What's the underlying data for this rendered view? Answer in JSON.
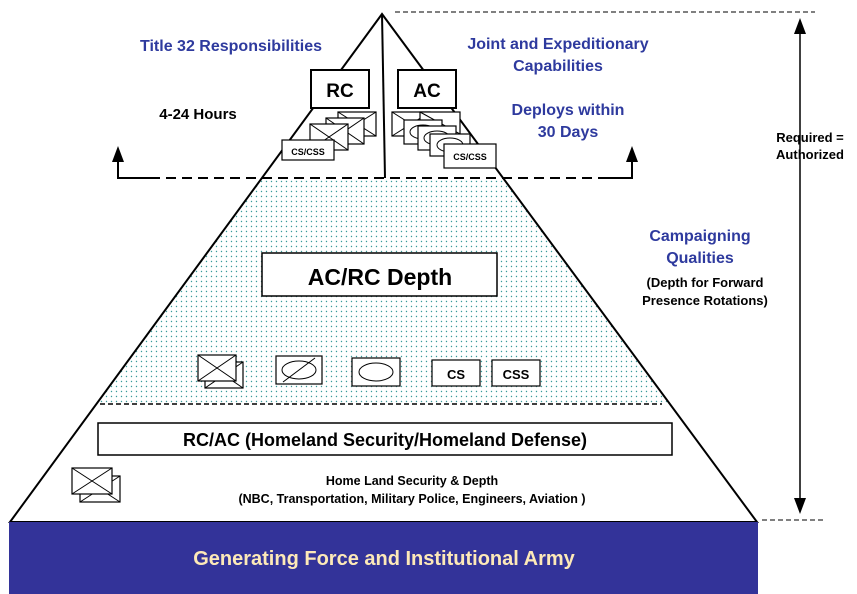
{
  "top": {
    "left_title": "Title 32 Responsibilities",
    "right_title_line1": "Joint and Expeditionary",
    "right_title_line2": "Capabilities",
    "left_time": "4-24 Hours",
    "right_deploy_line1": "Deploys within",
    "right_deploy_line2": "30 Days",
    "rc_box": "RC",
    "ac_box": "AC",
    "cs_css_left": "CS/CSS",
    "cs_css_right": "CS/CSS"
  },
  "side": {
    "required_line1": "Required =",
    "required_line2": "Authorized",
    "campaign_line1": "Campaigning",
    "campaign_line2": "Qualities",
    "campaign_sub1": "(Depth for Forward",
    "campaign_sub2": "Presence Rotations)"
  },
  "middle": {
    "depth_box": "AC/RC Depth",
    "cs_label": "CS",
    "css_label": "CSS"
  },
  "lower": {
    "homeland_box": "RC/AC  (Homeland Security/Homeland Defense)",
    "homeland_line1": "Home Land Security & Depth",
    "homeland_line2": "(NBC, Transportation, Military Police, Engineers, Aviation )"
  },
  "base": {
    "label": "Generating Force and Institutional Army"
  },
  "colors": {
    "accent_blue": "#2e3a9e",
    "base_fill": "#333399",
    "base_text": "#fde9b8",
    "dots": "#3a9a9a"
  }
}
